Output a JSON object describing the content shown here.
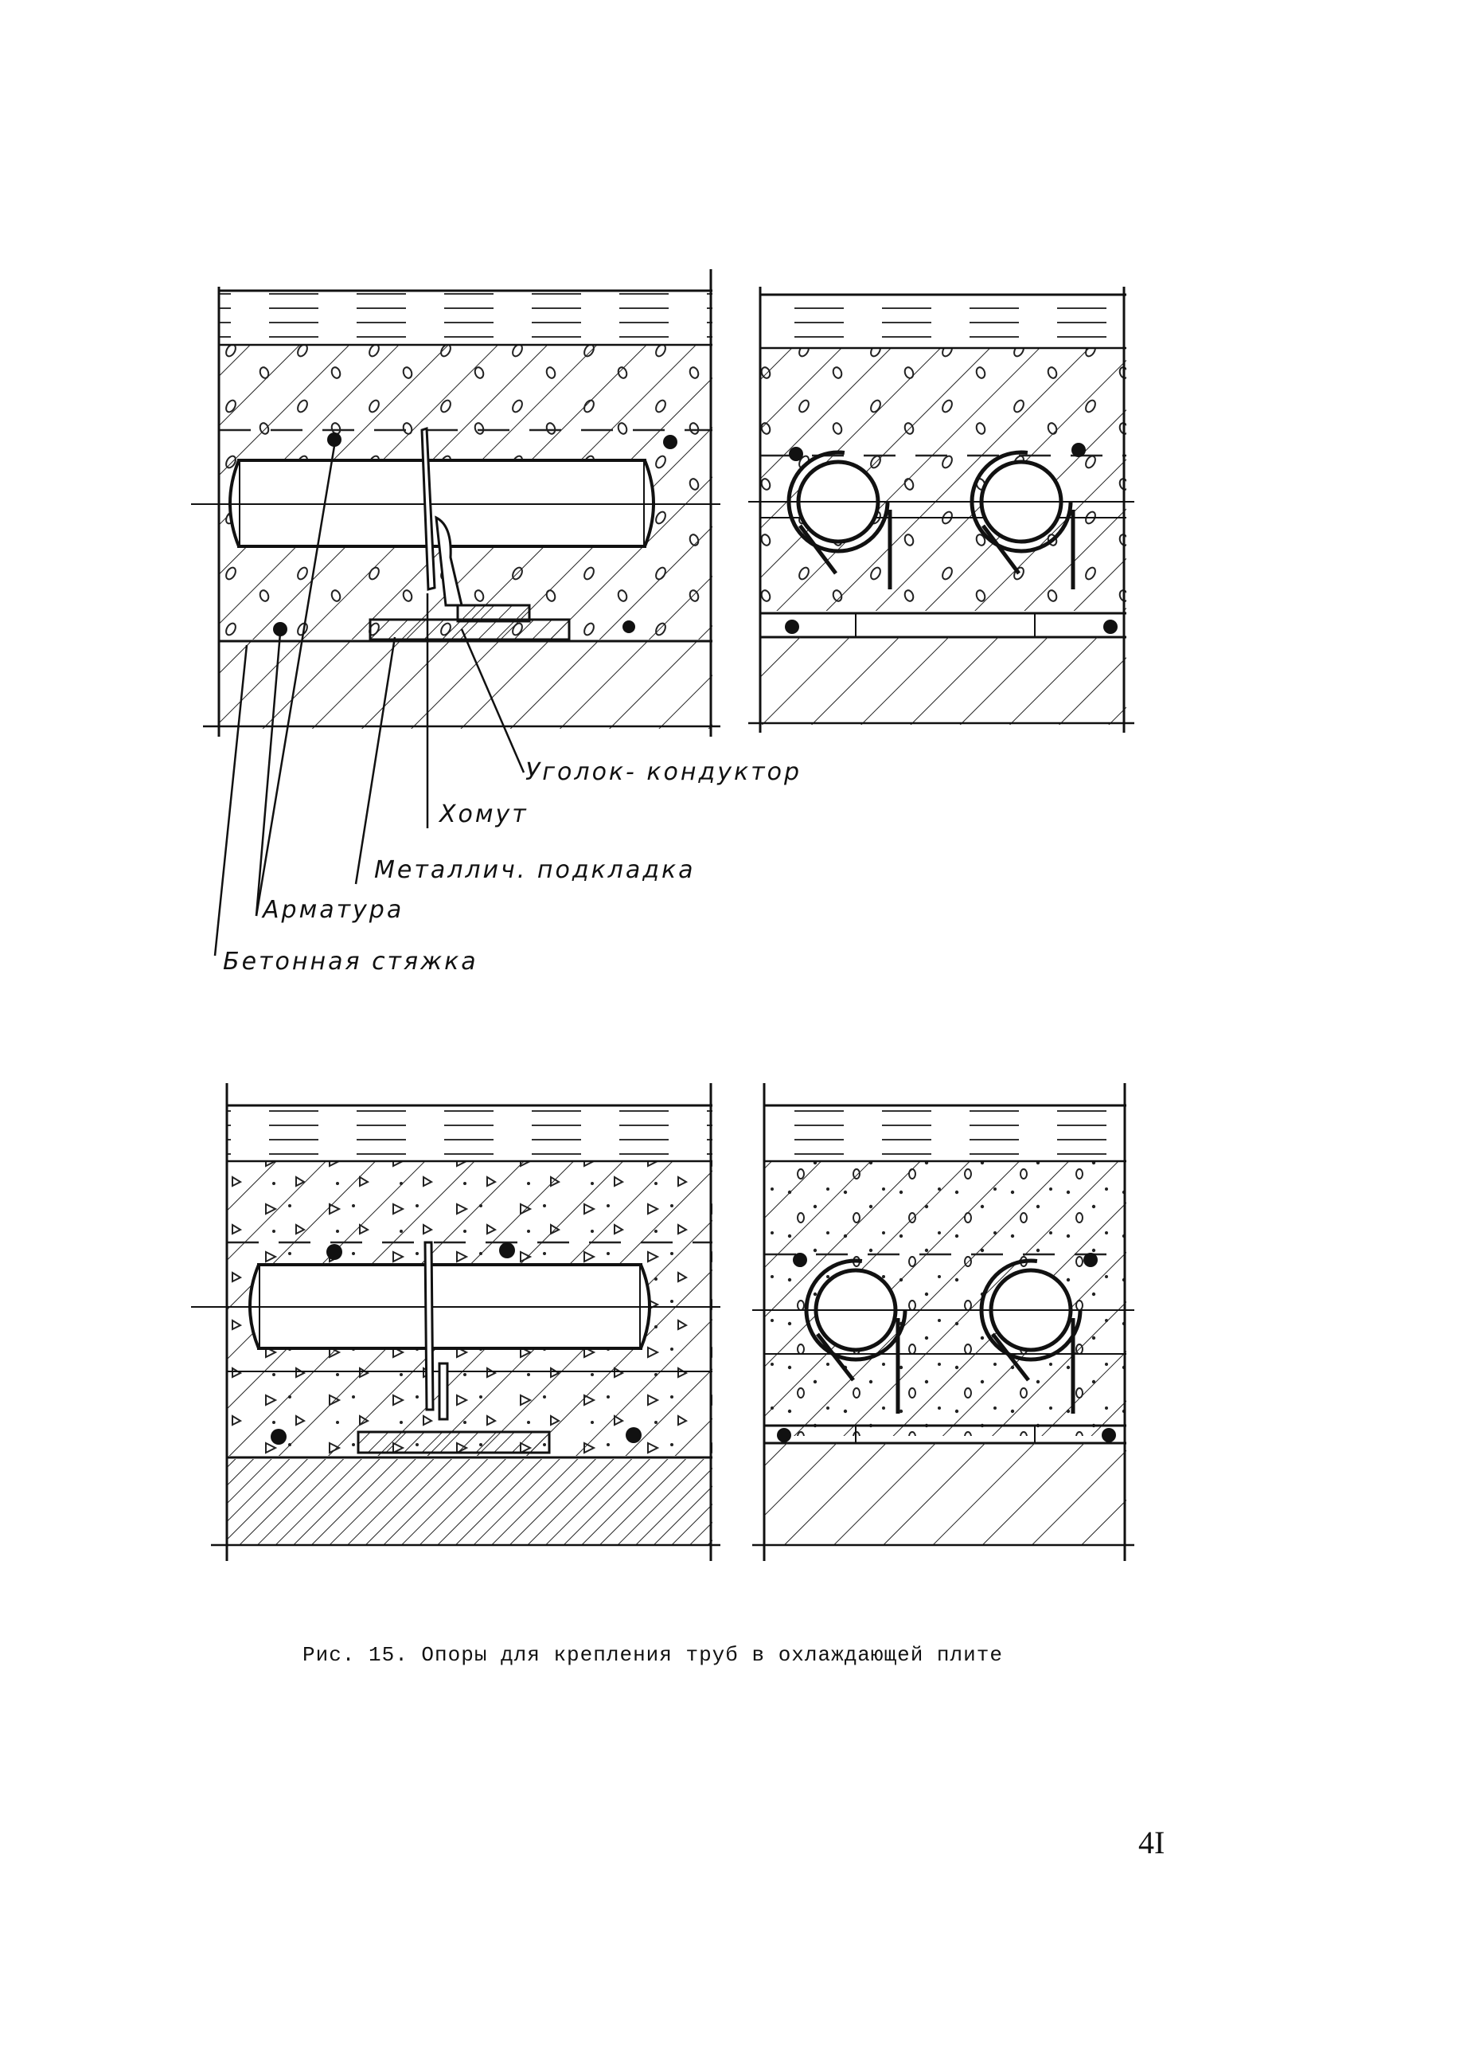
{
  "labels": {
    "corner_guide": "Уголок- кондуктор",
    "clamp": "Хомут",
    "metal_pad": "Металлич. подкладка",
    "reinforcement": "Арматура",
    "concrete_screed": "Бетонная стяжка"
  },
  "caption": "Рис. 15. Опоры для крепления труб в охлаждающей плите",
  "page_number": "4I"
}
